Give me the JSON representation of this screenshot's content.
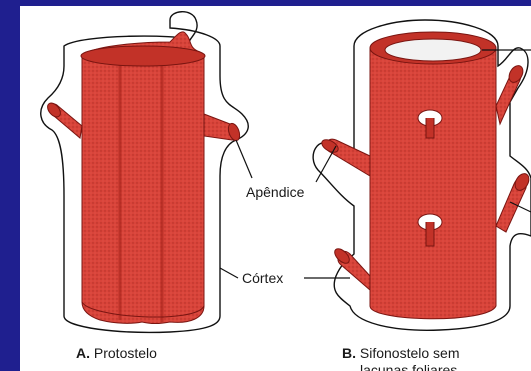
{
  "labels": {
    "appendage": "Apêndice",
    "cortex": "Córtex"
  },
  "captions": {
    "a": {
      "letter": "A.",
      "text": "Protostelo"
    },
    "b": {
      "letter": "B.",
      "text": "Sifonostelo sem",
      "text2": "lacunas foliares"
    }
  },
  "colors": {
    "frame": "#1f1f8f",
    "stele": "#d9443a",
    "stele_dark": "#a8231c",
    "pith": "#f2f2f2",
    "cortex_outline": "#111111"
  }
}
